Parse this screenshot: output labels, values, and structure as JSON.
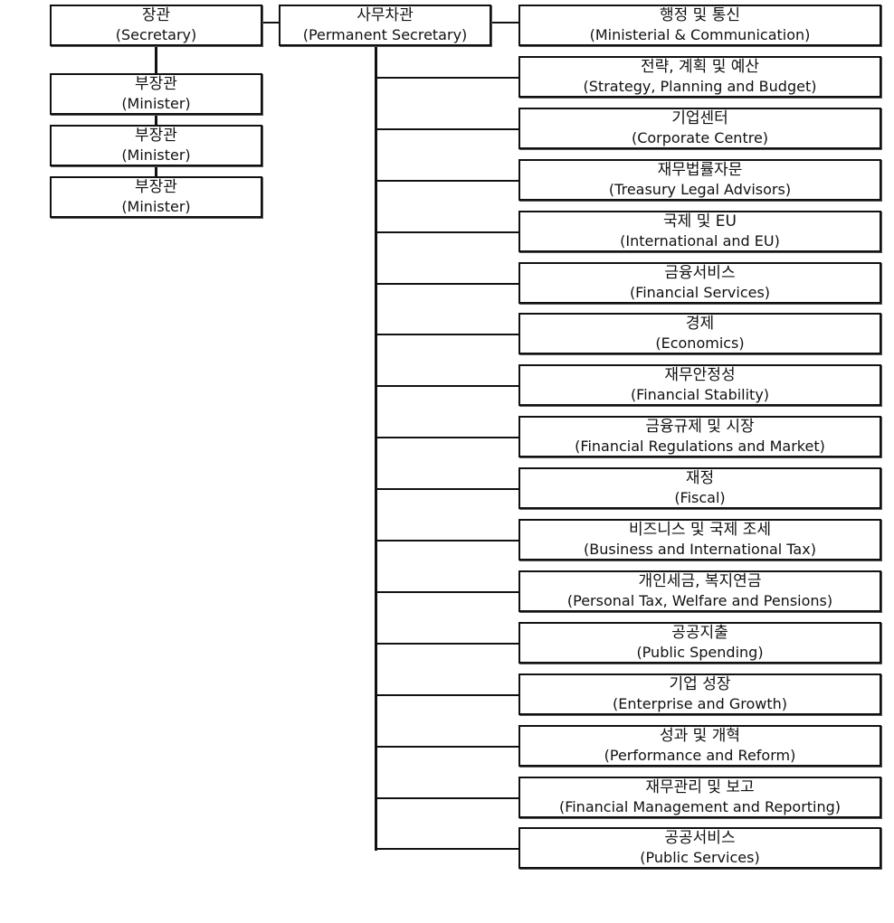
{
  "secretary": {
    "ko": "장관",
    "en": "(Secretary)"
  },
  "permanent_secretary": {
    "ko": "사무차관",
    "en": "(Permanent Secretary)"
  },
  "ministers": [
    {
      "ko": "부장관",
      "en": "(Minister)"
    },
    {
      "ko": "부장관",
      "en": "(Minister)"
    },
    {
      "ko": "부장관",
      "en": "(Minister)"
    }
  ],
  "departments": [
    {
      "ko": "행정 및 통신",
      "en": "(Ministerial & Communication)"
    },
    {
      "ko": "전략, 계획 및 예산",
      "en": "(Strategy, Planning and Budget)"
    },
    {
      "ko": "기업센터",
      "en": "(Corporate Centre)"
    },
    {
      "ko": "재무법률자문",
      "en": "(Treasury Legal Advisors)"
    },
    {
      "ko": "국제 및 EU",
      "en": "(International and EU)"
    },
    {
      "ko": "금융서비스",
      "en": "(Financial Services)"
    },
    {
      "ko": "경제",
      "en": "(Economics)"
    },
    {
      "ko": "재무안정성",
      "en": "(Financial Stability)"
    },
    {
      "ko": "금융규제 및 시장",
      "en": "(Financial Regulations and Market)"
    },
    {
      "ko": "재정",
      "en": "(Fiscal)"
    },
    {
      "ko": "비즈니스 및 국제 조세",
      "en": "(Business and International Tax)"
    },
    {
      "ko": "개인세금, 복지연금",
      "en": "(Personal Tax, Welfare and Pensions)"
    },
    {
      "ko": "공공지출",
      "en": "(Public Spending)"
    },
    {
      "ko": "기업 성장",
      "en": "(Enterprise and Growth)"
    },
    {
      "ko": "성과 및 개혁",
      "en": "(Performance and Reform)"
    },
    {
      "ko": "재무관리 및 보고",
      "en": "(Financial Management and Reporting)"
    },
    {
      "ko": "공공서비스",
      "en": "(Public Services)"
    }
  ]
}
